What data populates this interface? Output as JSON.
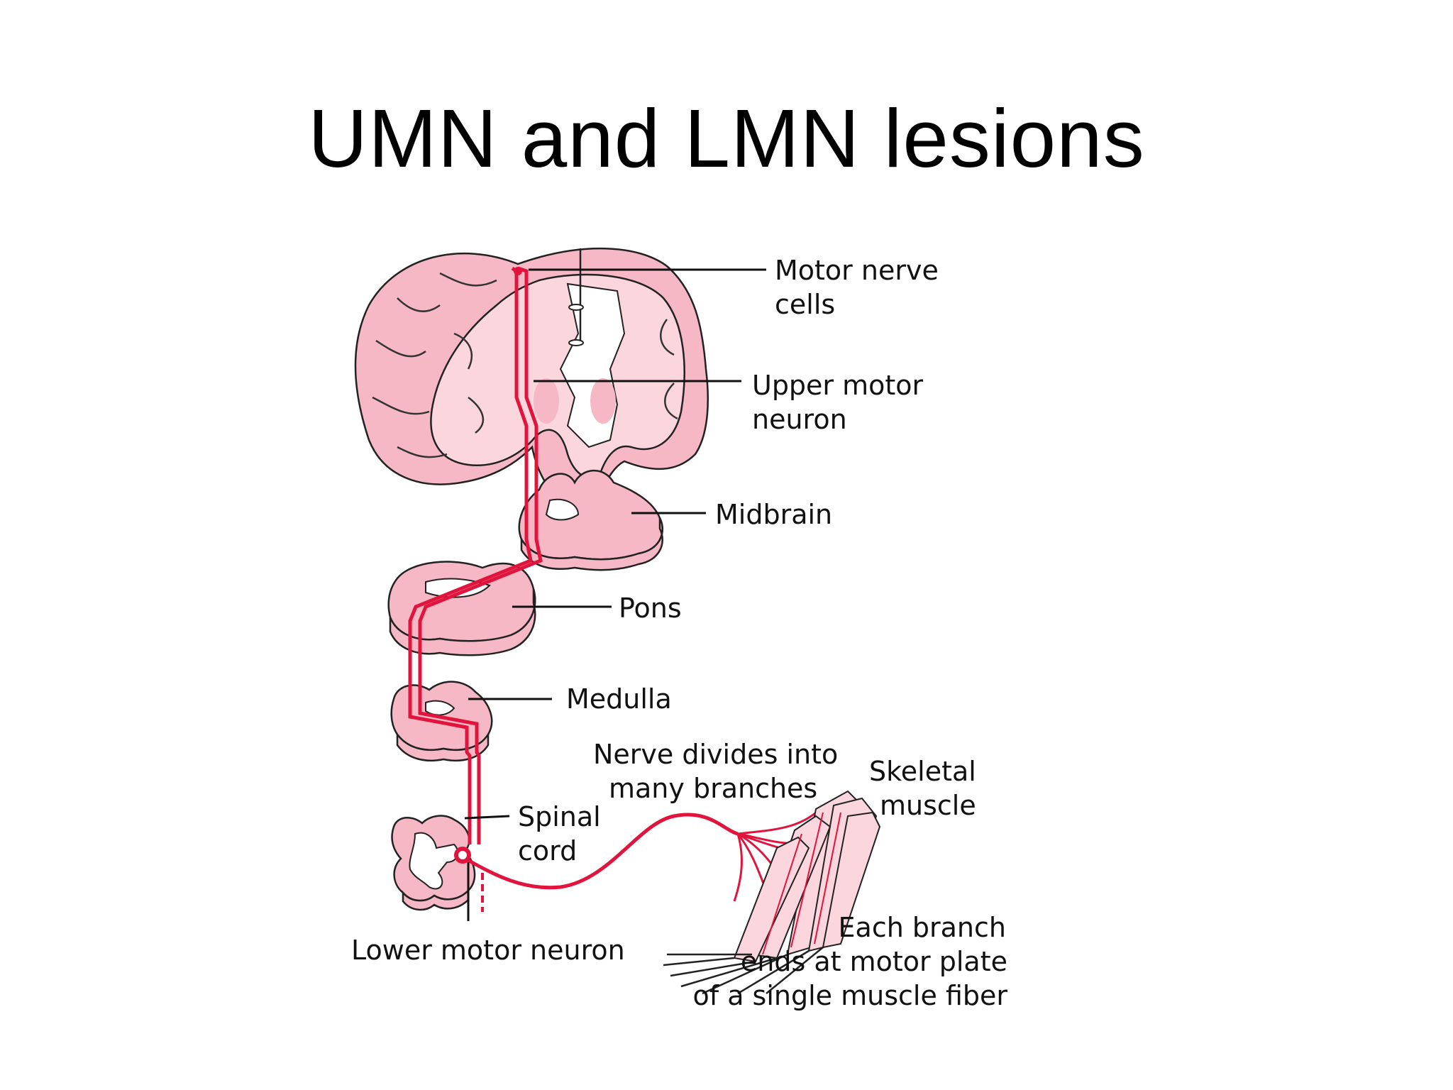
{
  "slide": {
    "title": "UMN and LMN lesions"
  },
  "diagram": {
    "labels": {
      "motor_nerve_cells_1": "Motor nerve",
      "motor_nerve_cells_2": "cells",
      "upper_motor_neuron_1": "Upper motor",
      "upper_motor_neuron_2": "neuron",
      "midbrain": "Midbrain",
      "pons": "Pons",
      "medulla": "Medulla",
      "nerve_divides_1": "Nerve divides into",
      "nerve_divides_2": "many branches",
      "skeletal_muscle_1": "Skeletal",
      "skeletal_muscle_2": "muscle",
      "spinal_cord_1": "Spinal",
      "spinal_cord_2": "cord",
      "lower_motor_neuron": "Lower motor neuron",
      "each_branch_1": "Each branch",
      "each_branch_2": "ends at motor plate",
      "each_branch_3": "of a single muscle fiber"
    },
    "colors": {
      "tissue": "#f6b8c4",
      "tract": "#e0143c",
      "text": "#111111"
    }
  }
}
